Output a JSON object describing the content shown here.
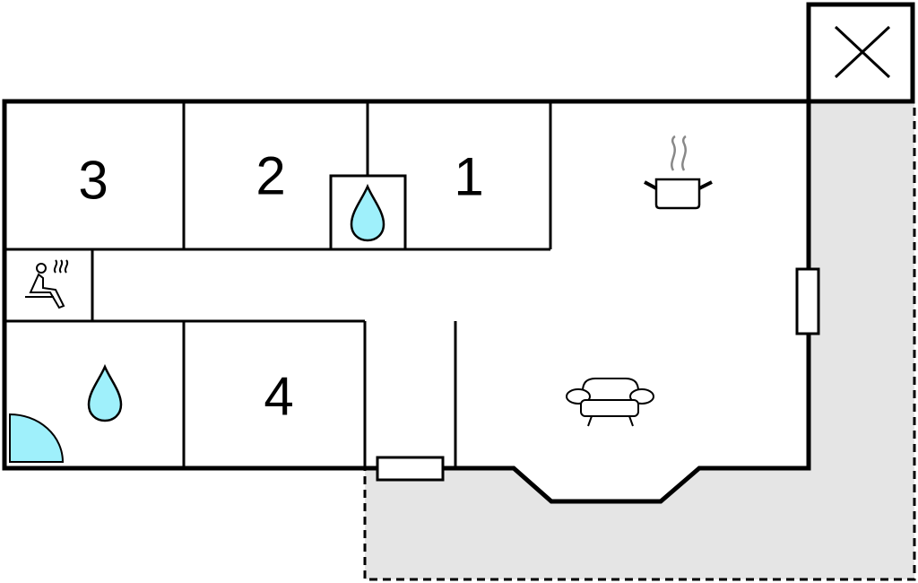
{
  "rooms": [
    {
      "id": "bedroom-3",
      "label": "3"
    },
    {
      "id": "bedroom-2",
      "label": "2"
    },
    {
      "id": "bedroom-1",
      "label": "1"
    },
    {
      "id": "bedroom-4",
      "label": "4"
    }
  ],
  "icons": {
    "cooking_pot": "cooking-pot-icon",
    "water_drop": "water-drop-icon",
    "sauna": "sauna-icon",
    "sofa": "sofa-icon",
    "shower": "shower-quarter-icon",
    "outdoor_area": "close-x-icon"
  },
  "colors": {
    "wall": "#000000",
    "terrace_fill": "#e5e5e5",
    "water": "#9ff0fb",
    "background": "#ffffff"
  }
}
